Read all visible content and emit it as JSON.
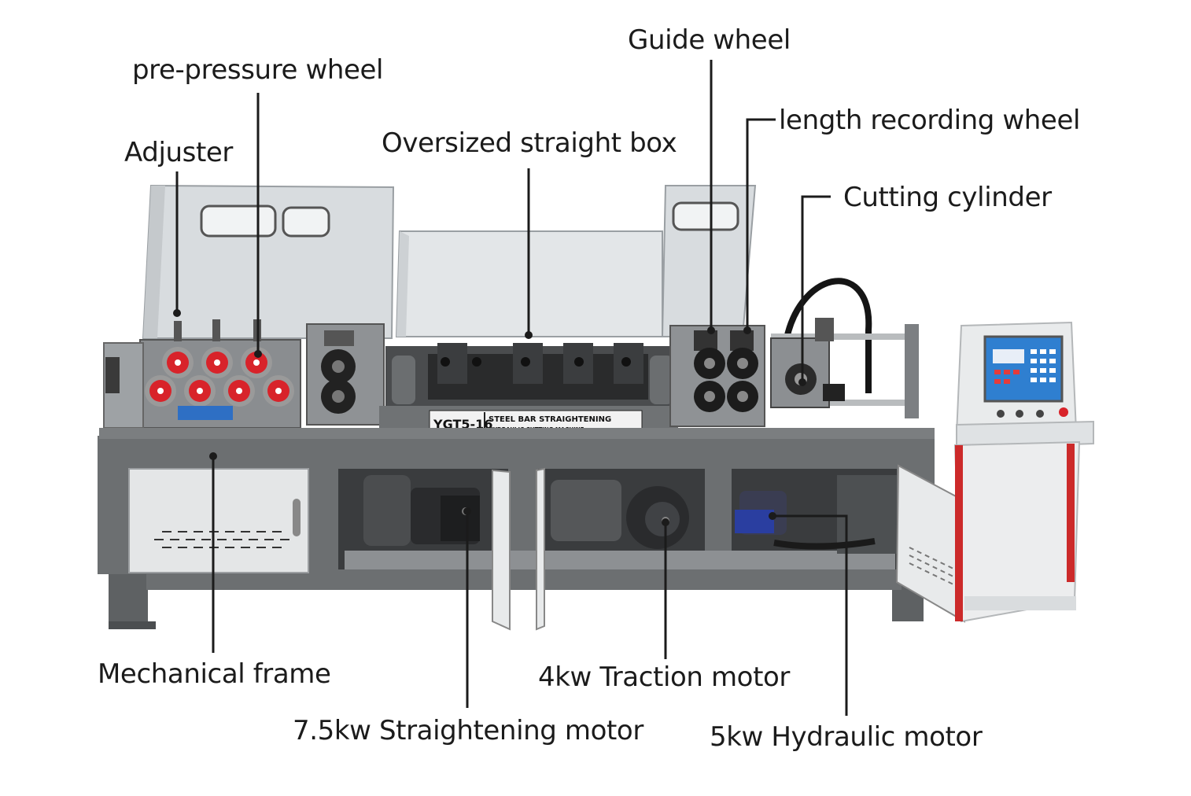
{
  "diagram": {
    "labels": {
      "guide_wheel": "Guide wheel",
      "pre_pressure_wheel": "pre-pressure wheel",
      "length_recording_wheel": "length recording wheel",
      "adjuster": "Adjuster",
      "oversized_straight_box": "Oversized straight box",
      "cutting_cylinder": "Cutting cylinder",
      "mechanical_frame": "Mechanical frame",
      "traction_motor": "4kw Traction motor",
      "straightening_motor": "7.5kw Straightening motor",
      "hydraulic_motor": "5kw Hydraulic motor"
    },
    "nameplate": {
      "model": "YGT5-16",
      "line1": "STEEL BAR STRAIGHTENING",
      "line2": "HYDRAULIC CUTTING MACHINE"
    },
    "colors": {
      "frame_gray": "#6e7173",
      "cover_light": "#dfe3e5",
      "roller_red": "#d8232a",
      "control_screen": "#2f7fd0",
      "cabinet_stripe": "#cc2a2a"
    }
  }
}
